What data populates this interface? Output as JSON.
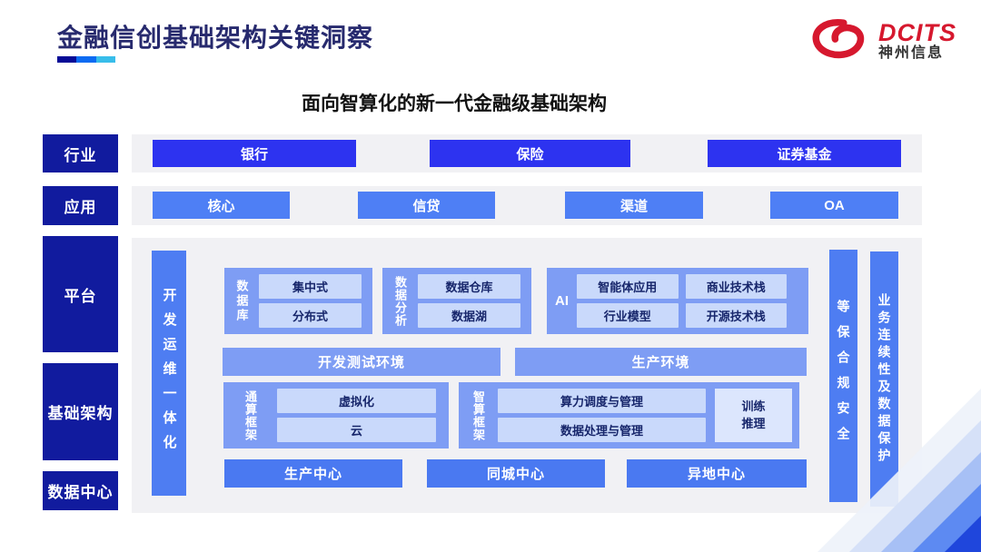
{
  "title": "金融信创基础架构关键洞察",
  "logo": {
    "brand": "DCITS",
    "company": "神州信息"
  },
  "subtitle": "面向智算化的新一代金融级基础架构",
  "sidebar": {
    "industry": "行业",
    "application": "应用",
    "platform": "平台",
    "infrastructure": "基础架构",
    "datacenter": "数据中心"
  },
  "industry_row": {
    "items": [
      "银行",
      "保险",
      "证券基金"
    ]
  },
  "application_row": {
    "items": [
      "核心",
      "信贷",
      "渠道",
      "OA"
    ]
  },
  "platform_panel": {
    "devops_bar": "开发运维一体化",
    "database": {
      "label": "数据库",
      "items": [
        "集中式",
        "分布式"
      ]
    },
    "analytics": {
      "label": "数据分析",
      "items": [
        "数据仓库",
        "数据湖"
      ]
    },
    "ai": {
      "label": "AI",
      "items": [
        "智能体应用",
        "商业技术栈",
        "行业模型",
        "开源技术栈"
      ]
    },
    "environments": {
      "dev_test": "开发测试环境",
      "production": "生产环境"
    },
    "general_compute": {
      "label": "通算框架",
      "items": [
        "虚拟化",
        "云"
      ]
    },
    "intelligent_compute": {
      "label": "智算框架",
      "items": [
        "算力调度与管理",
        "数据处理与管理"
      ],
      "side_box_lines": [
        "训练",
        "推理"
      ]
    },
    "centers": [
      "生产中心",
      "同城中心",
      "异地中心"
    ],
    "security_bar": "等保合规安全",
    "continuity_bar": "业务连续性及数据保护"
  },
  "colors": {
    "navy": "#111b9e",
    "industry_box": "#2d33f0",
    "application_box": "#4e7ff5",
    "bar_blue": "#4e7df2",
    "group_blue": "#7e9df4",
    "chip_blue": "#c9d9fb",
    "chip_text": "#17266b",
    "brand_red": "#d6182e",
    "title_navy": "#272a6e",
    "accent_gradient": [
      "#060a96",
      "#0b6bf2",
      "#38bdea"
    ]
  }
}
